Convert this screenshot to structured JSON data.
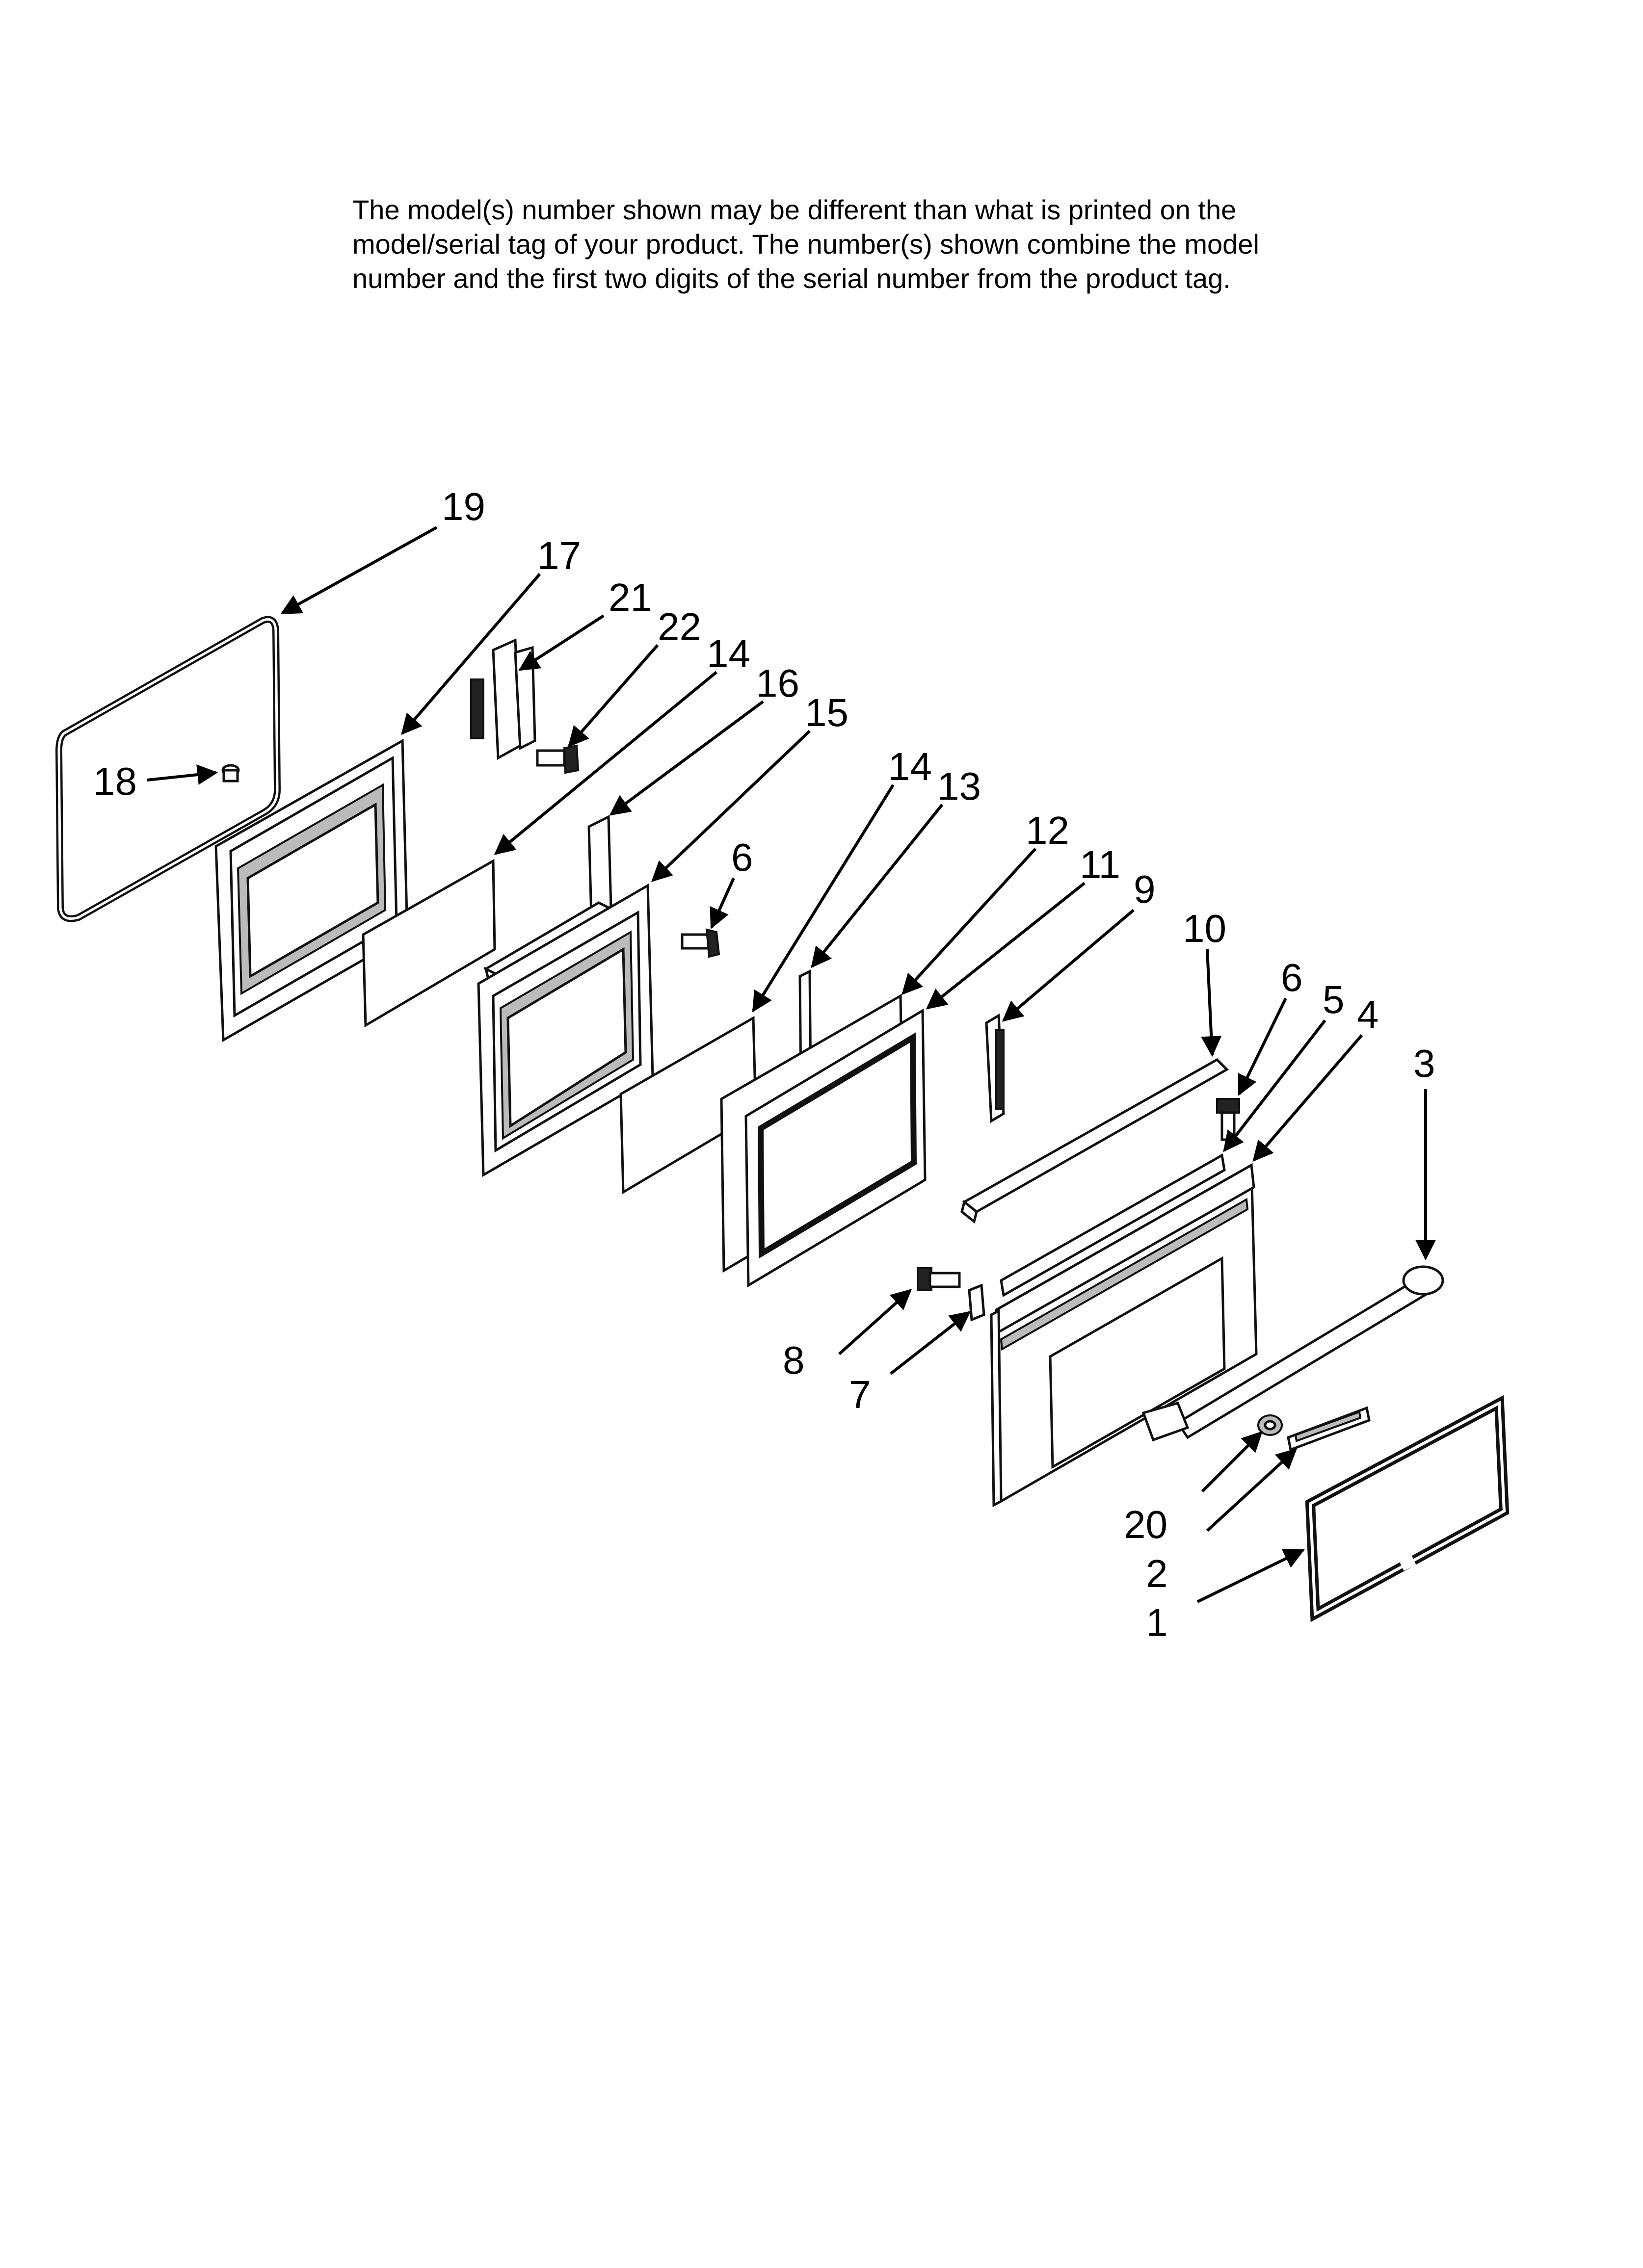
{
  "notice": {
    "line1": "The model(s) number shown may be different than what is printed on the",
    "line2": "model/serial tag of your product. The number(s) shown combine the model",
    "line3": "number and the first two digits of the serial number from the product tag."
  },
  "callouts": [
    "19",
    "17",
    "21",
    "22",
    "14",
    "16",
    "15",
    "18",
    "6",
    "14",
    "13",
    "12",
    "11",
    "9",
    "10",
    "6",
    "5",
    "4",
    "3",
    "8",
    "7",
    "20",
    "2",
    "1"
  ]
}
